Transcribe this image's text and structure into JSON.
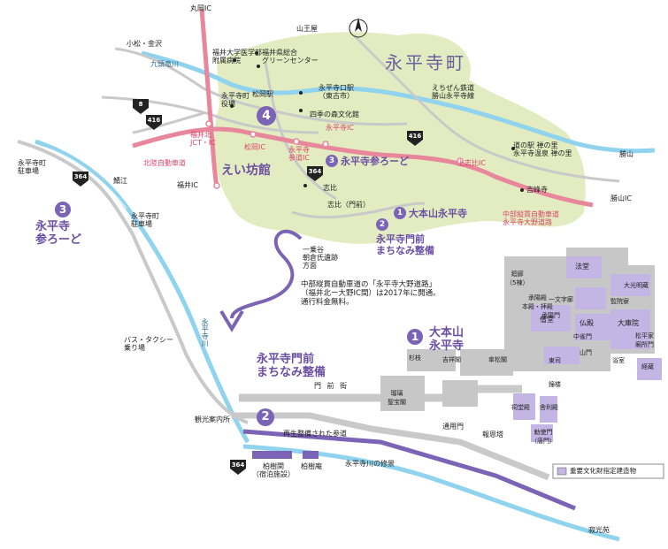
{
  "town_name": "永平寺町",
  "colors": {
    "green_area": "#e3ecc0",
    "river": "#8fd3ee",
    "road": "#c9c9c9",
    "expressway": "#e8869c",
    "purple": "#7b63b5",
    "building": "#c7c7c7",
    "cultural": "#c3b5e4"
  },
  "places": {
    "maruoka_ic": "丸岡IC",
    "koshiraishi": "小松・金沢",
    "yamanouchi": "山王屋",
    "fukui_univ": "福井大学医学部\n附属病院",
    "fukui_green": "福井県総合\nグリーンセンター",
    "kuzuryu_river": "九頭竜川",
    "eiheiji_town_office": "永平寺町\n役場",
    "matsuoka_station": "松岡駅",
    "eiheiji_guchi": "永平寺口駅\n（東古市）",
    "echizen_rail": "えちぜん鉄道\n勝山永平寺線",
    "shiki_no_mori": "四季の森文化館",
    "fukui_kita_jct": "福井北\nJCT・IC",
    "matsuoka_ic": "松岡IC",
    "eiheiji_ic": "永平寺\n参道IC",
    "eiheiji_ic2": "永平寺IC",
    "kamishihi_ic": "上志比IC",
    "hokuriku_exp": "北陸自動車道",
    "fukui_ic": "福井IC",
    "sabae": "鯖江",
    "michinoeki": "道の駅 禅の里\n永平寺温泉 禅の里",
    "yoshimine": "吉峰寺",
    "katsuyama": "勝山",
    "katsuyama_ic": "勝山IC",
    "chubu_jukan": "中部縦貫自動車道\n永平寺大野道路",
    "koyoshi": "志比",
    "shibi_gate": "志比（門前）",
    "ichijodani": "一乗谷\n朝倉氏遺跡\n方面",
    "note": "中部縦貫自動車道の「永平寺大野道路」\n（福井北ー大野IC間）は2017年に開通。\n通行料金無料。",
    "eiheiji_parking": "永平寺町\n駐車場",
    "bus_taxi": "バス・タクシー\n乗り場",
    "eiheiji_river": "永平寺川",
    "eiheiji_river2": "永平寺川の修景",
    "monzen_street": "門 前 街",
    "kanko": "観光案内所",
    "sando": "再生整備された参道",
    "kashiwa_kaku": "柏樹関\n（宿泊施設）",
    "kashiwa_an": "柏樹庵",
    "tsuyo": "通用門",
    "hojo": "報恩塔",
    "jakkoen": "寂光苑"
  },
  "spots": {
    "s1_num": "1",
    "s1_title": "大本山永平寺",
    "s1_big": "大本山\n永平寺",
    "s2_num": "2",
    "s2_title": "永平寺門前\nまちなみ整備",
    "s2_big": "永平寺門前\nまちなみ整備",
    "s3_num": "3",
    "s3_title": "永平寺参ろーど",
    "s3_big": "永平寺\n参ろーど",
    "s4_num": "4",
    "s4_title": "えい坊館"
  },
  "routes": {
    "r8": "8",
    "r416a": "416",
    "r416b": "416",
    "r364a": "364",
    "r364b": "364",
    "r364c": "364"
  },
  "temple": {
    "hatto": "法堂",
    "daikomyozo": "大光明蔵",
    "ichimonjiro": "一文字廊",
    "kanin": "監院寮",
    "butsuden": "仏殿",
    "dairi": "大庫院",
    "sodo": "僧堂",
    "chuiomon": "中雀門",
    "sanmon": "山門",
    "shoyoden": "承陽殿",
    "shoyomon": "承陽門",
    "joyoden": "承陽殿\n本殿・拝殿",
    "gorou": "廻廊\n（5棟）",
    "tosu": "東司",
    "yokushitsu": "浴室",
    "shoro": "鐘楼",
    "shariden": "舎利殿",
    "sudo": "祠堂殿",
    "chokushimon": "勅使門\n（唐門）",
    "kichijokaku": "吉祥閣",
    "sanshoro": "傘松閣",
    "sugichi": "杉枝",
    "kyozo": "経蔵",
    "matsudaira": "松平家\n廟所門",
    "teikyo": "瑠璃\n聖宝閣",
    "legend": "重要文化財指定建造物"
  }
}
